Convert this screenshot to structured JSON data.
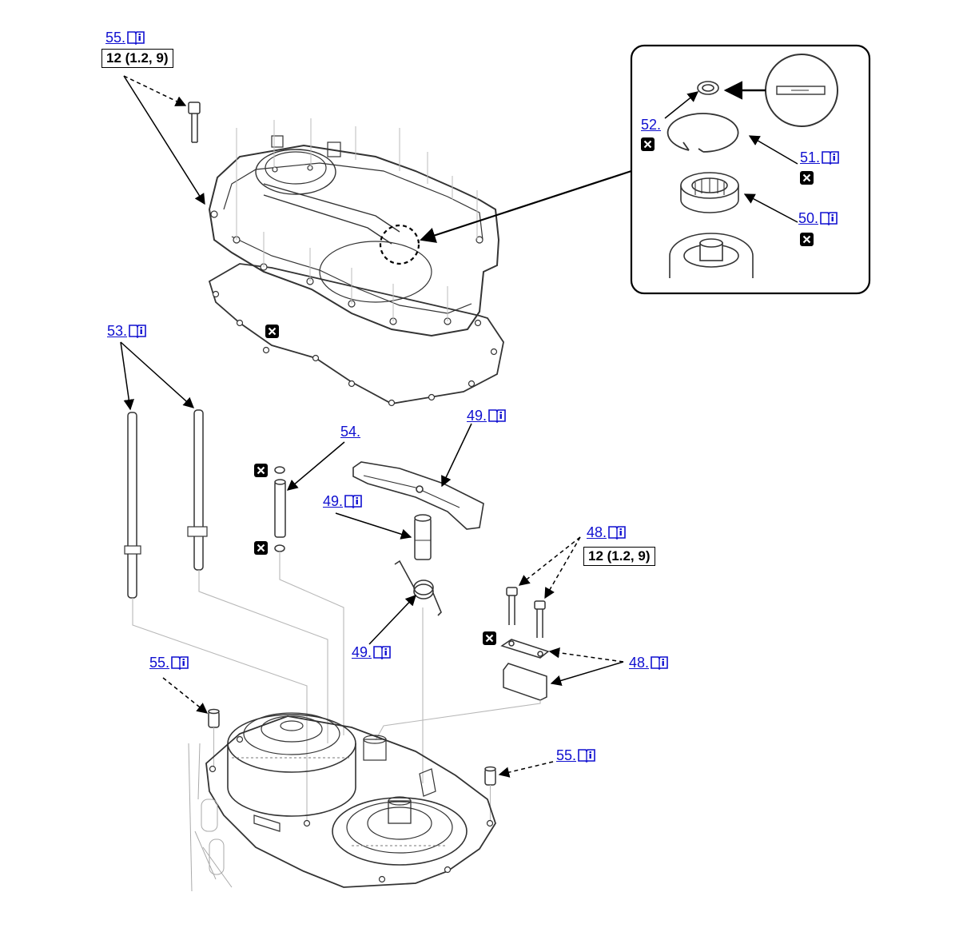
{
  "callouts": {
    "c55_top": "55.",
    "c53": "53.",
    "c54": "54.",
    "c49_bracket": "49.",
    "c49_pin": "49.",
    "c49_spring": "49.",
    "c48_bolts": "48.",
    "c48_parts": "48.",
    "c55_left": "55.",
    "c55_right": "55.",
    "c52": "52.",
    "c51": "51.",
    "c50": "50."
  },
  "torque": {
    "top": "12 (1.2, 9)",
    "right": "12 (1.2, 9)"
  },
  "colors": {
    "link": "#1010d0",
    "line": "#000000",
    "part_line": "#333333",
    "ghost_line": "#b8b8b8"
  },
  "icons": {
    "manual": "book-info-icon",
    "replace": "replace-x-icon"
  }
}
